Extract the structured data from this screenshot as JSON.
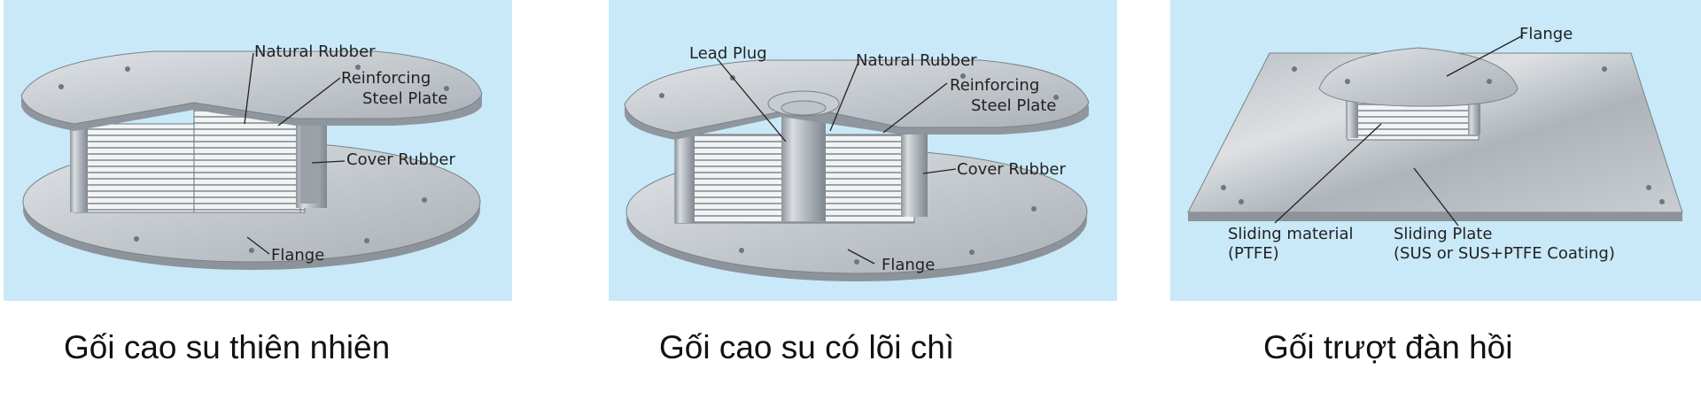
{
  "panels": [
    {
      "caption": "Gối cao su thiên nhiên",
      "labels": {
        "natural_rubber": "Natural Rubber",
        "reinforcing_1": "Reinforcing",
        "reinforcing_2": "Steel Plate",
        "cover_rubber": "Cover Rubber",
        "flange": "Flange"
      }
    },
    {
      "caption": "Gối cao su có lõi chì",
      "labels": {
        "lead_plug": "Lead Plug",
        "natural_rubber": "Natural Rubber",
        "reinforcing_1": "Reinforcing",
        "reinforcing_2": "Steel Plate",
        "cover_rubber": "Cover Rubber",
        "flange": "Flange"
      }
    },
    {
      "caption": "Gối trượt đàn hồi",
      "labels": {
        "flange": "Flange",
        "sliding_material_1": "Sliding material",
        "sliding_material_2": "(PTFE)",
        "sliding_plate_1": "Sliding Plate",
        "sliding_plate_2": "(SUS or SUS+PTFE Coating)"
      }
    }
  ],
  "colors": {
    "panel_background": "#c9e9f9",
    "metal": "#b7bcc2",
    "metal_dark": "#7d848b",
    "rubber_stripes": "#eef0f2"
  }
}
